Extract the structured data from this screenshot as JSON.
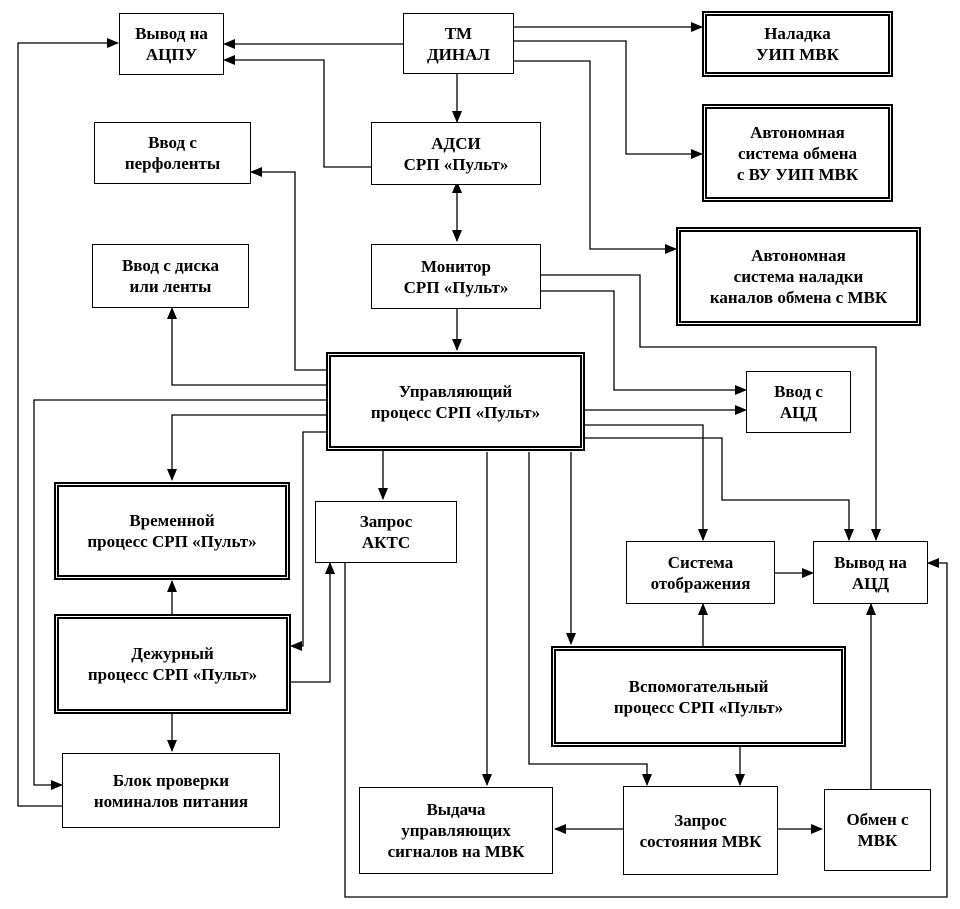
{
  "nodes": [
    {
      "id": "vyvod-atspu",
      "lines": [
        "Вывод на",
        "АЦПУ"
      ]
    },
    {
      "id": "tm-dinal",
      "lines": [
        "ТМ",
        "ДИНАЛ"
      ]
    },
    {
      "id": "naladka-uip",
      "lines": [
        "Наладка",
        "УИП МВК"
      ]
    },
    {
      "id": "avt-obmen",
      "lines": [
        "Автономная",
        "система обмена",
        "с ВУ УИП МВК"
      ]
    },
    {
      "id": "vvod-perfolenty",
      "lines": [
        "Ввод с",
        "перфоленты"
      ]
    },
    {
      "id": "adsi",
      "lines": [
        "АДСИ",
        "СРП «Пульт»"
      ]
    },
    {
      "id": "avt-naladka",
      "lines": [
        "Автономная",
        "система наладки",
        "каналов обмена с МВК"
      ]
    },
    {
      "id": "vvod-disk",
      "lines": [
        "Ввод с диска",
        "или ленты"
      ]
    },
    {
      "id": "monitor",
      "lines": [
        "Монитор",
        "СРП «Пульт»"
      ]
    },
    {
      "id": "upr-process",
      "lines": [
        "Управляющий",
        "процесс СРП «Пульт»"
      ]
    },
    {
      "id": "vvod-atsd",
      "lines": [
        "Ввод с",
        "АЦД"
      ]
    },
    {
      "id": "vrem-process",
      "lines": [
        "Временной",
        "процесс СРП «Пульт»"
      ]
    },
    {
      "id": "zapros-akts",
      "lines": [
        "Запрос",
        "АКТС"
      ]
    },
    {
      "id": "sist-otobr",
      "lines": [
        "Система",
        "отображения"
      ]
    },
    {
      "id": "vyvod-atsd",
      "lines": [
        "Вывод на",
        "АЦД"
      ]
    },
    {
      "id": "dezh-process",
      "lines": [
        "Дежурный",
        "процесс СРП «Пульт»"
      ]
    },
    {
      "id": "vspom-process",
      "lines": [
        "Вспомогательный",
        "процесс СРП «Пульт»"
      ]
    },
    {
      "id": "blok-proverki",
      "lines": [
        "Блок проверки",
        "номиналов питания"
      ]
    },
    {
      "id": "vydacha",
      "lines": [
        "Выдача",
        "управляющих",
        "сигналов на МВК"
      ]
    },
    {
      "id": "zapros-mvk",
      "lines": [
        "Запрос",
        "состояния МВК"
      ]
    },
    {
      "id": "obmen-mvk",
      "lines": [
        "Обмен с",
        "МВК"
      ]
    }
  ]
}
